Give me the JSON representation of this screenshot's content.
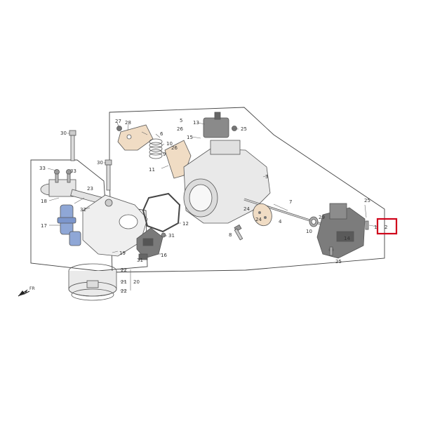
{
  "diagram": {
    "direction_label": "FR",
    "highlight_label": "2",
    "colors": {
      "highlight": "#d0021b",
      "injector": "#8fa7d6",
      "tan_part": "#f0dcc4",
      "body": "#e9e9e9",
      "dark": "#6a6a6a",
      "outline": "#555555"
    },
    "labels": {
      "l1": "1",
      "l2": "2",
      "l3": "3",
      "l4": "4",
      "l5": "5",
      "l6": "6",
      "l7": "7",
      "l8": "8",
      "l9": "9",
      "l10": "10",
      "l10b": "10",
      "l11": "11",
      "l12": "12",
      "l13": "13",
      "l14": "14",
      "l15": "15",
      "l16": "16",
      "l17": "17",
      "l18": "18",
      "l19": "19",
      "l20": "20",
      "l21": "21",
      "l22a": "22",
      "l22b": "22",
      "l23": "23",
      "l24a": "24",
      "l24b": "24",
      "l25a": "25",
      "l25b": "25",
      "l25c": "25",
      "l26a": "26",
      "l26b": "26",
      "l27": "27",
      "l28": "28",
      "l29": "29",
      "l30a": "30",
      "l30b": "30",
      "l31": "31",
      "l32": "32",
      "l33a": "33",
      "l33b": "33"
    }
  }
}
